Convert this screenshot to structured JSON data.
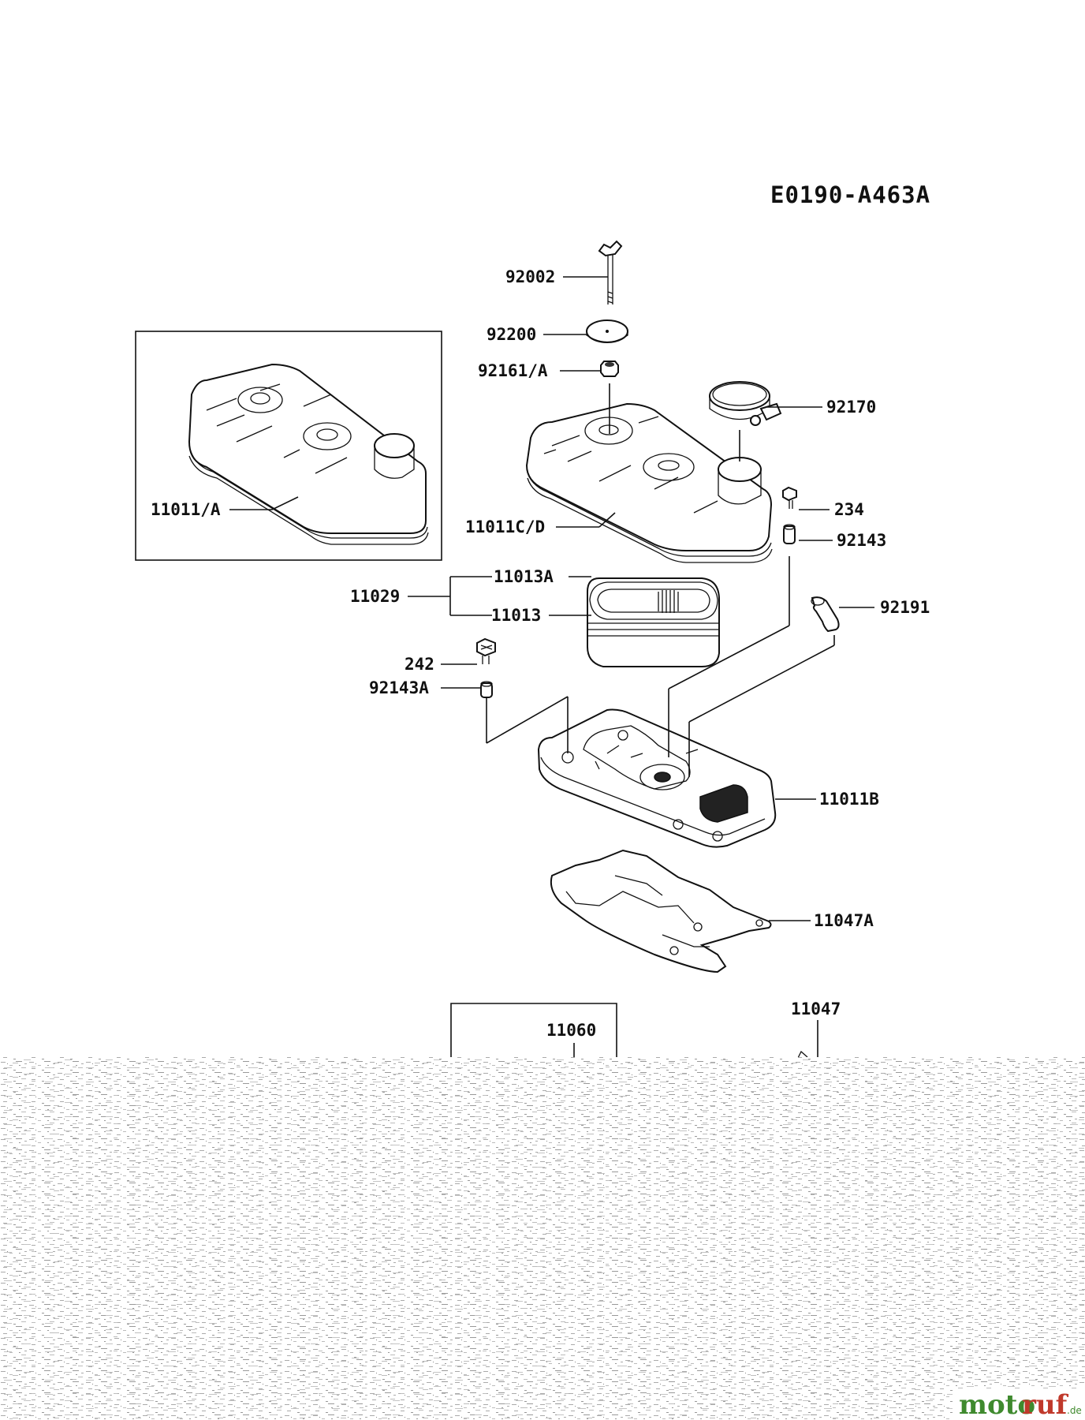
{
  "diagram_code": "E0190-A463A",
  "parts": {
    "p92002": "92002",
    "p92200": "92200",
    "p92161A": "92161/A",
    "p92170": "92170",
    "p11011A": "11011/A",
    "p11011CD": "11011C/D",
    "p234": "234",
    "p92143": "92143",
    "p11013A": "11013A",
    "p11029": "11029",
    "p11013": "11013",
    "p92191": "92191",
    "p242": "242",
    "p92143A": "92143A",
    "p11011B": "11011B",
    "p11047A": "11047A",
    "p11060": "11060",
    "p11047": "11047"
  },
  "watermark": {
    "part1": "moto",
    "part2": "ruf",
    "suffix": ".de"
  }
}
